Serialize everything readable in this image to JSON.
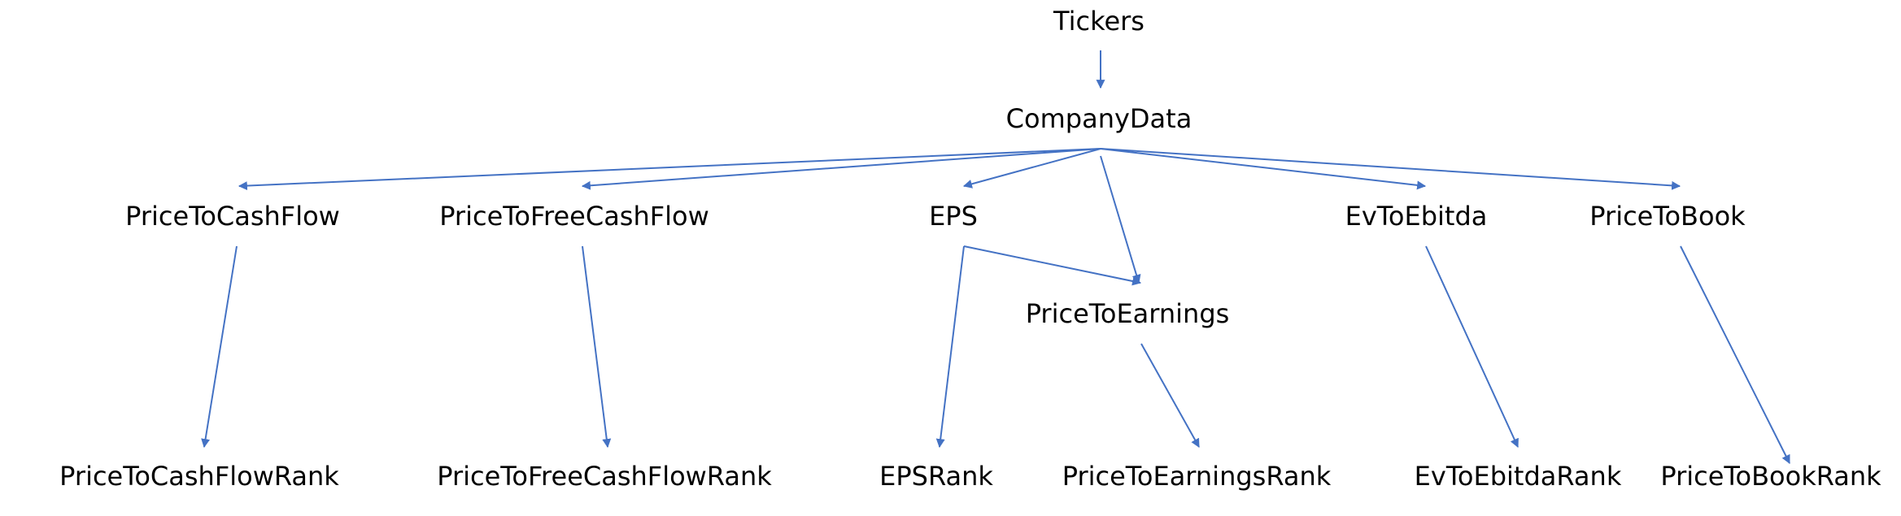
{
  "diagram": {
    "edge_color": "#4472C4",
    "nodes": {
      "tickers": "Tickers",
      "company_data": "CompanyData",
      "price_to_cash_flow": "PriceToCashFlow",
      "price_to_free_cash_flow": "PriceToFreeCashFlow",
      "eps": "EPS",
      "ev_to_ebitda": "EvToEbitda",
      "price_to_book": "PriceToBook",
      "price_to_earnings": "PriceToEarnings",
      "price_to_cash_flow_rank": "PriceToCashFlowRank",
      "price_to_free_cash_flow_rank": "PriceToFreeCashFlowRank",
      "eps_rank": "EPSRank",
      "price_to_earnings_rank": "PriceToEarningsRank",
      "ev_to_ebitda_rank": "EvToEbitdaRank",
      "price_to_book_rank": "PriceToBookRank"
    },
    "edges": [
      {
        "from": "Tickers",
        "to": "CompanyData"
      },
      {
        "from": "CompanyData",
        "to": "PriceToCashFlow"
      },
      {
        "from": "CompanyData",
        "to": "PriceToFreeCashFlow"
      },
      {
        "from": "CompanyData",
        "to": "EPS"
      },
      {
        "from": "CompanyData",
        "to": "PriceToEarnings"
      },
      {
        "from": "CompanyData",
        "to": "EvToEbitda"
      },
      {
        "from": "CompanyData",
        "to": "PriceToBook"
      },
      {
        "from": "EPS",
        "to": "PriceToEarnings"
      },
      {
        "from": "PriceToCashFlow",
        "to": "PriceToCashFlowRank"
      },
      {
        "from": "PriceToFreeCashFlow",
        "to": "PriceToFreeCashFlowRank"
      },
      {
        "from": "EPS",
        "to": "EPSRank"
      },
      {
        "from": "PriceToEarnings",
        "to": "PriceToEarningsRank"
      },
      {
        "from": "EvToEbitda",
        "to": "EvToEbitdaRank"
      },
      {
        "from": "PriceToBook",
        "to": "PriceToBookRank"
      }
    ]
  }
}
